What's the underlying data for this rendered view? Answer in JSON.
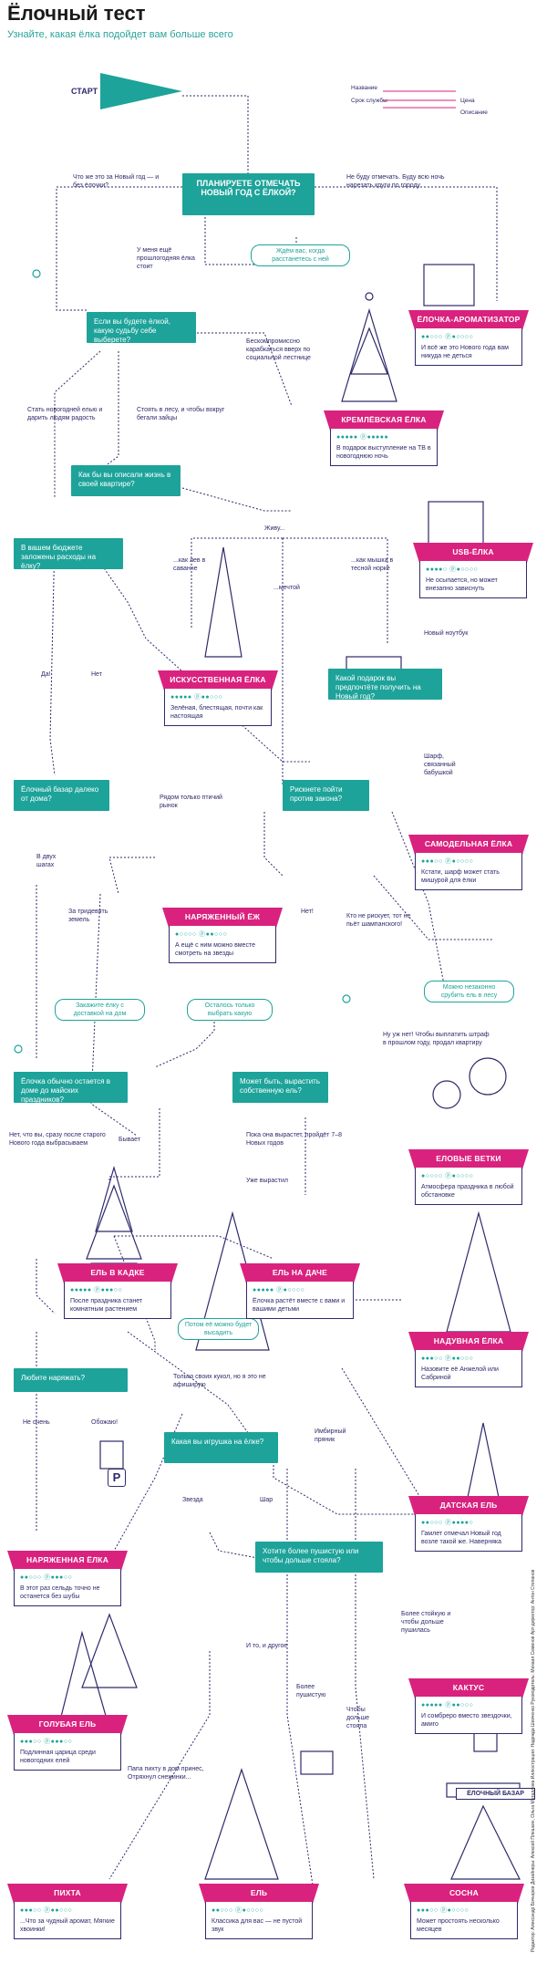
{
  "header": {
    "title": "Ёлочный тест",
    "subtitle": "Узнайте, какая ёлка подойдет вам больше всего"
  },
  "legend": {
    "name": "Название",
    "lifetime": "Срок службы",
    "price": "Цена",
    "description": "Описание"
  },
  "start": "СТАРТ",
  "questions": {
    "q_main": "ПЛАНИРУЕТЕ ОТМЕЧАТЬ НОВЫЙ ГОД С ЁЛКОЙ?",
    "q_fate": "Если вы будете ёлкой, какую судьбу себе выберете?",
    "q_life": "Как бы вы описали жизнь в своей квартире?",
    "q_budget": "В вашем бюджете заложены расходы на ёлку?",
    "q_gift": "Какой подарок вы предпочтёте получить на Новый год?",
    "q_market": "Ёлочный базар далеко от дома?",
    "q_risk": "Рискнете пойти против закона?",
    "q_stay": "Ёлочка обычно остается в доме до майских праздников?",
    "q_grow": "Может быть, вырастить собственную ель?",
    "q_dress": "Любите наряжать?",
    "q_toy": "Какая вы игрушка на ёлке?",
    "q_fluffy": "Хотите более пушистую или чтобы дольше стояла?"
  },
  "labels": {
    "l1": "Что же это за Новый год — и без ёлочки?",
    "l2": "Не буду отмечать. Буду всю ночь нарезать круги по городу",
    "l3": "У меня ещё прошлогодняя ёлка стоит",
    "l4": "Бескомпромиссно карабкаться вверх по социальной лестнице",
    "l5": "Стать новогодней елью и дарить людям радость",
    "l6": "Стоять в лесу, и чтобы вокруг бегали зайцы",
    "l7": "Живу...",
    "l8": "...как лев в саванне",
    "l9": "...мечтой",
    "l10": "...как мышка в тесной норке",
    "l11": "Новый ноутбук",
    "l12": "Шарф, связанный бабушкой",
    "l13": "Да!",
    "l14": "Нет",
    "l15": "Рядом только птичий рынок",
    "l16": "В двух шагах",
    "l17": "За тридевять земель",
    "l18": "Нет!",
    "l19": "Кто не рискует, тот не пьёт шампанского!",
    "l20": "Ну уж нет! Чтобы выплатить штраф в прошлом году, продал квартиру",
    "l21": "Нет, что вы, сразу после старого Нового года выбрасываем",
    "l22": "Бывает",
    "l23": "Пока она вырастет, пройдёт 7–8 Новых годов",
    "l24": "Уже вырастил",
    "l25": "Только своих кукол, но я это не афиширую",
    "l26": "Не очень",
    "l27": "Обожаю!",
    "l28": "Имбирный пряник",
    "l29": "Звезда",
    "l30": "Шар",
    "l31": "Более стойкую и чтобы дольше пушилась",
    "l32": "И то, и другое",
    "l33": "Более пушистую",
    "l34": "Чтобы дольше стояла",
    "l35": "Папа пихту в дом принес, Отряхнул снежинки..."
  },
  "notes": {
    "n1": "Ждём вас, когда расстанетесь с ней",
    "n2": "Закажите ёлку с доставкой на дом",
    "n3": "Осталось только выбрать какую",
    "n4": "Можно незаконно срубить ель в лесу",
    "n5": "Потом её можно будет высадить"
  },
  "results": [
    {
      "id": "aroma",
      "name": "ЁЛОЧКА-АРОМАТИЗАТОР",
      "rating": "●●○○○ ⓟ●○○○○",
      "desc": "И всё же это Нового года вам никуда не деться"
    },
    {
      "id": "kremlin",
      "name": "КРЕМЛЁВСКАЯ ЁЛКА",
      "rating": "●●●●● ⓟ●●●●●",
      "desc": "В подарок выступление на ТВ в новогоднюю ночь"
    },
    {
      "id": "usb",
      "name": "USB-ЁЛКА",
      "rating": "●●●●○ ⓟ●○○○○",
      "desc": "Не осыпается, но может внезапно зависнуть"
    },
    {
      "id": "artificial",
      "name": "ИСКУССТВЕННАЯ ЁЛКА",
      "rating": "●●●●● ⓟ●●○○○",
      "desc": "Зелёная, блестящая, почти как настоящая"
    },
    {
      "id": "homemade",
      "name": "САМОДЕЛЬНАЯ ЁЛКА",
      "rating": "●●●○○ ⓟ●○○○○",
      "desc": "Кстати, шарф может стать мишурой для ёлки"
    },
    {
      "id": "hedgehog",
      "name": "НАРЯЖЕННЫЙ ЁЖ",
      "rating": "●○○○○ ⓟ●●○○○",
      "desc": "А ещё с ним можно вместе смотреть на звезды"
    },
    {
      "id": "branches",
      "name": "ЕЛОВЫЕ ВЕТКИ",
      "rating": "●○○○○ ⓟ●○○○○",
      "desc": "Атмосфера праздника в любой обстановке"
    },
    {
      "id": "tub",
      "name": "ЕЛЬ В КАДКЕ",
      "rating": "●●●●● ⓟ●●●○○",
      "desc": "После праздника станет комнатным растением"
    },
    {
      "id": "dacha",
      "name": "ЕЛЬ НА ДАЧЕ",
      "rating": "●●●●● ⓟ●○○○○",
      "desc": "Ёлочка растёт вместе с вами и вашими детьми"
    },
    {
      "id": "inflatable",
      "name": "НАДУВНАЯ ЁЛКА",
      "rating": "●●●○○ ⓟ●●○○○",
      "desc": "Назовите её Анжелой или Сабриной"
    },
    {
      "id": "danish",
      "name": "ДАТСКАЯ ЕЛЬ",
      "rating": "●●○○○ ⓟ●●●●○",
      "desc": "Гамлет отмечал Новый год возле такой же. Наверняка"
    },
    {
      "id": "dressed",
      "name": "НАРЯЖЕННАЯ ЁЛКА",
      "rating": "●●○○○ ⓟ●●●○○",
      "desc": "В этот раз сельдь точно не останется без шубы"
    },
    {
      "id": "cactus",
      "name": "КАКТУС",
      "rating": "●●●●● ⓟ●●○○○",
      "desc": "И сомбреро вместо звездочки, амиго"
    },
    {
      "id": "blue",
      "name": "ГОЛУБАЯ ЕЛЬ",
      "rating": "●●●○○ ⓟ●●●○○",
      "desc": "Подлинная царица среди новогодних елей"
    },
    {
      "id": "fir",
      "name": "ПИХТА",
      "rating": "●●●○○ ⓟ●●○○○",
      "desc": "...Что за чудный аромат, Мягкие хвоинки!"
    },
    {
      "id": "spruce",
      "name": "ЕЛЬ",
      "rating": "●●○○○ ⓟ●○○○○",
      "desc": "Классика для вас — не пустой звук"
    },
    {
      "id": "pine",
      "name": "СОСНА",
      "rating": "●●●○○ ⓟ●○○○○",
      "desc": "Может простоять несколько месяцев"
    }
  ],
  "market_sign": "ЁЛОЧНЫЙ БАЗАР",
  "parking": "P",
  "credits": "Редактор: Александр Бочкарев  Дизайнеры: Алексей Плешкин, Ольга Металлова  Иллюстрации: Надежда Шевченко  Руководитель: Михаил Семенов  Арт-директор: Антон Степанов",
  "colors": {
    "teal": "#1da39a",
    "magenta": "#d9227e",
    "navy": "#2e2a6b"
  }
}
